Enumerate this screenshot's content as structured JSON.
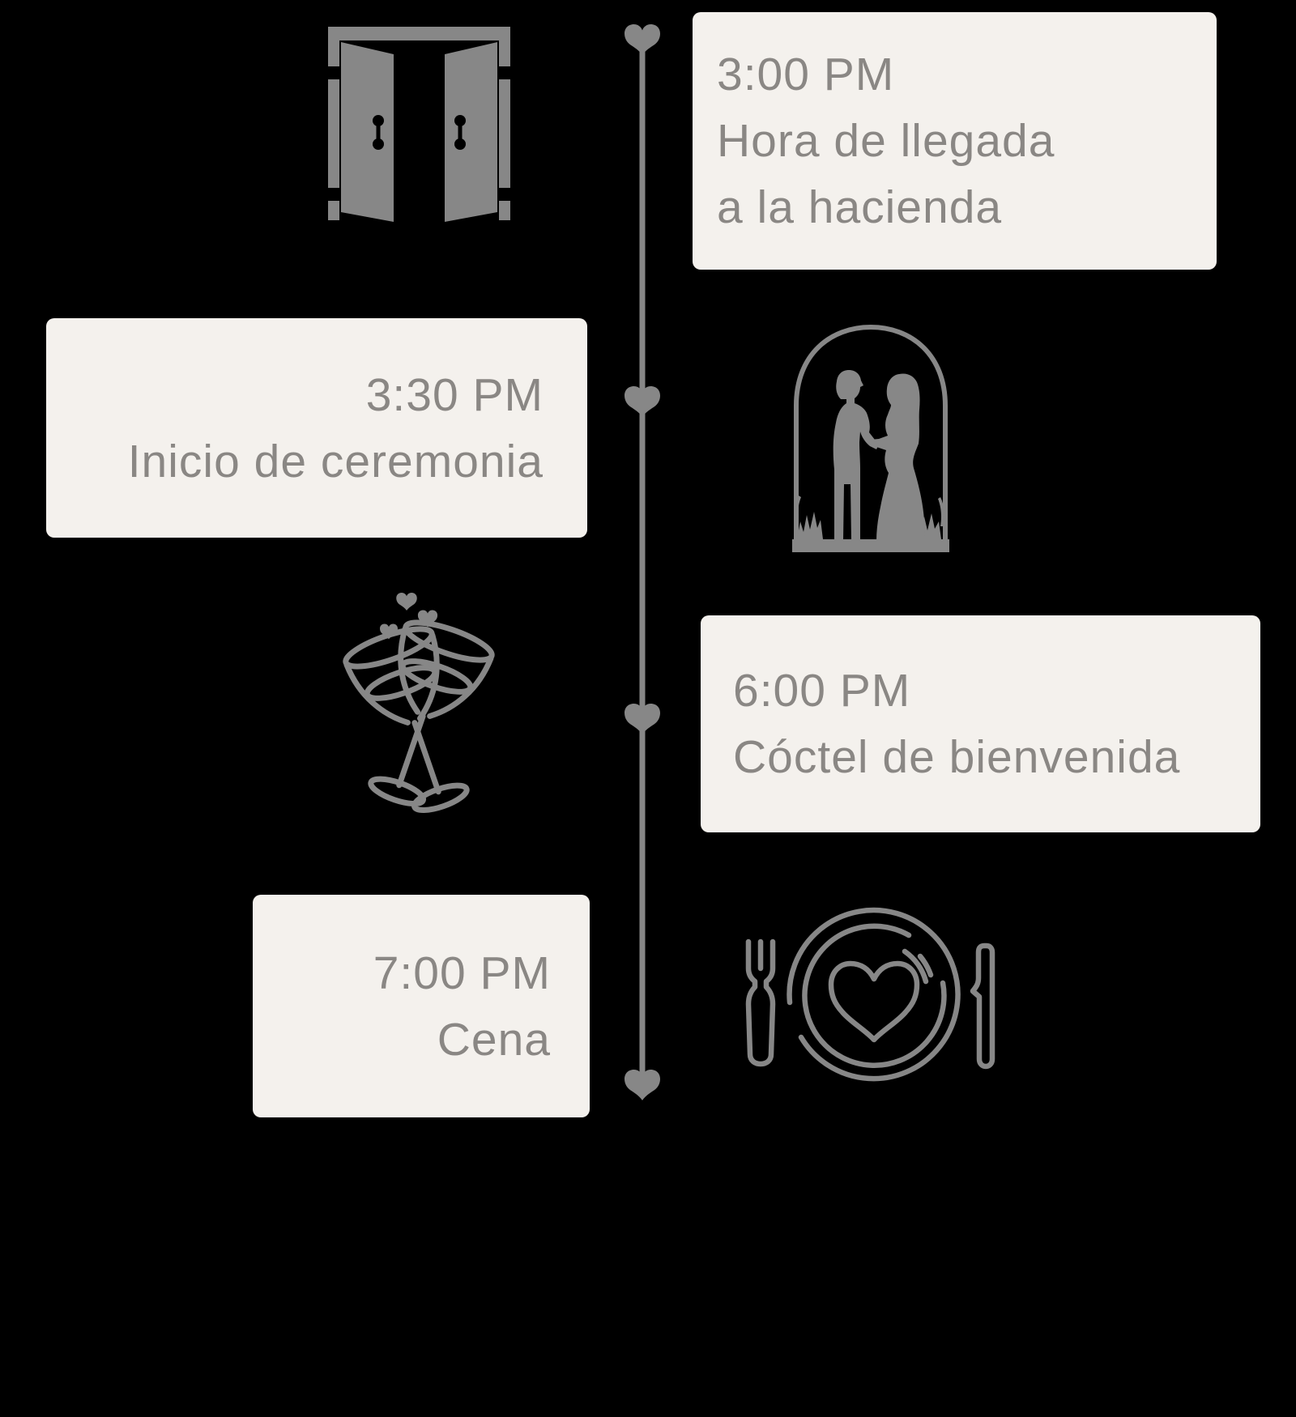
{
  "colors": {
    "background": "#000000",
    "card_background": "#F4F1ED",
    "text": "#8A8784",
    "icon": "#878787",
    "timeline_line": "#868686"
  },
  "timeline": {
    "marker_shape": "heart",
    "events": [
      {
        "side": "right",
        "time": "3:00 PM",
        "lines": [
          "Hora de llegada",
          "a la hacienda"
        ],
        "icon": "open-doors-icon"
      },
      {
        "side": "left",
        "time": "3:30 PM",
        "lines": [
          "Inicio de ceremonia"
        ],
        "icon": "bride-groom-arch-icon"
      },
      {
        "side": "right",
        "time": "6:00 PM",
        "lines": [
          "Cóctel de bienvenida"
        ],
        "icon": "champagne-toast-icon"
      },
      {
        "side": "left",
        "time": "7:00 PM",
        "lines": [
          "Cena"
        ],
        "icon": "dinner-plate-heart-icon"
      }
    ]
  }
}
